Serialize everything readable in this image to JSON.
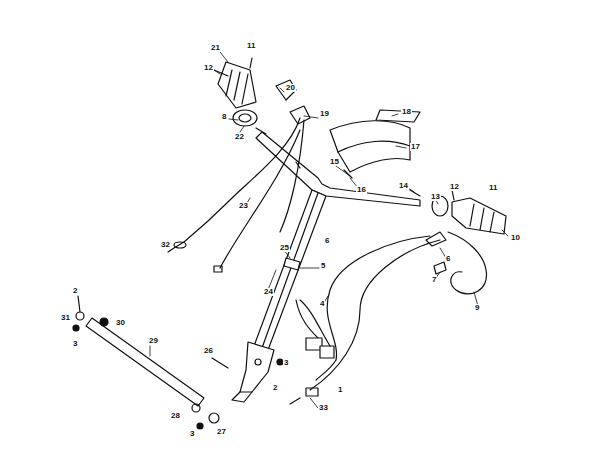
{
  "diagram": {
    "labels": [
      "11",
      "21",
      "12",
      "20",
      "8",
      "22",
      "19",
      "18",
      "17",
      "15",
      "16",
      "14",
      "13",
      "12",
      "11",
      "10",
      "6",
      "7",
      "9",
      "25",
      "6",
      "5",
      "24",
      "23",
      "32",
      "4",
      "2",
      "31",
      "30",
      "3",
      "29",
      "26",
      "3",
      "2",
      "1",
      "33",
      "28",
      "3",
      "27"
    ]
  }
}
